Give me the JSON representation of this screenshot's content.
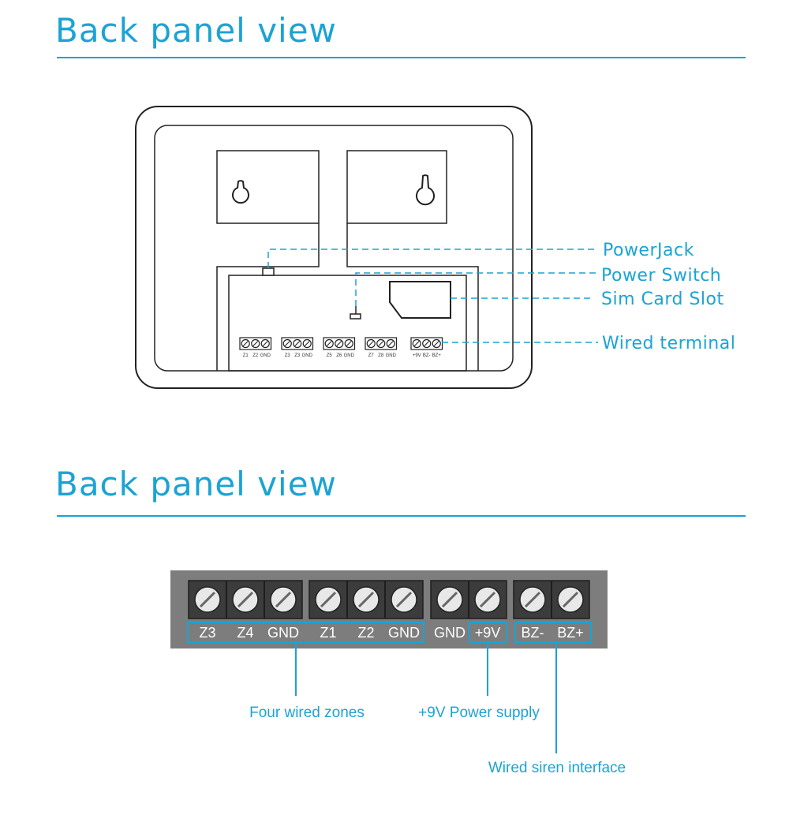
{
  "sections": [
    {
      "title": "Back panel view"
    },
    {
      "title": "Back panel view"
    }
  ],
  "callouts": [
    "PowerJack",
    "Power Switch",
    "Sim Card Slot",
    "Wired terminal"
  ],
  "small_terminal_labels": [
    "Z1",
    "Z2",
    "GND",
    "Z3",
    "Z3",
    "GND",
    "Z5",
    "Z6",
    "GND",
    "Z7",
    "Z8",
    "GND",
    "+9V",
    "BZ-",
    "BZ+"
  ],
  "terminal_strip": {
    "labels": [
      "Z3",
      "Z4",
      "GND",
      "Z1",
      "Z2",
      "GND",
      "GND",
      "+9V",
      "BZ-",
      "BZ+"
    ]
  },
  "zone_labels": [
    "Four wired zones",
    "+9V Power supply",
    "Wired siren interface"
  ],
  "colors": {
    "accent": "#1ba3d4",
    "strip": "#7d7d7d",
    "outline": "#222222"
  }
}
